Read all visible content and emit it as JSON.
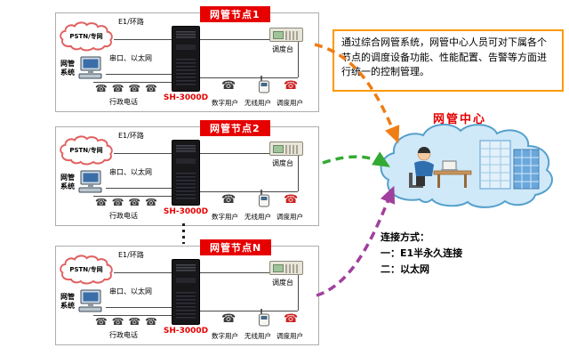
{
  "nodes": [
    {
      "title": "网管节点1",
      "pstn_label": "PSTN/专网",
      "e1_label": "E1/环路",
      "nms_label": "网管系统",
      "serial_label": "串口、以太网",
      "server_label": "SH-3000D",
      "admin_phone_label": "行政电话",
      "dispatch_label": "调度台",
      "user_labels": [
        "数字用户",
        "无线用户",
        "调度用户"
      ]
    },
    {
      "title": "网管节点2",
      "pstn_label": "PSTN/专网",
      "e1_label": "E1/环路",
      "nms_label": "网管系统",
      "serial_label": "串口、以太网",
      "server_label": "SH-3000D",
      "admin_phone_label": "行政电话",
      "dispatch_label": "调度台",
      "user_labels": [
        "数字用户",
        "无线用户",
        "调度用户"
      ]
    },
    {
      "title": "网管节点N",
      "pstn_label": "PSTN/专网",
      "e1_label": "E1/环路",
      "nms_label": "网管系统",
      "serial_label": "串口、以太网",
      "server_label": "SH-3000D",
      "admin_phone_label": "行政电话",
      "dispatch_label": "调度台",
      "user_labels": [
        "数字用户",
        "无线用户",
        "调度用户"
      ]
    }
  ],
  "icons": {
    "phone_glyph": "☎"
  },
  "info_box": {
    "text": "通过综合网管系统，网管中心人员可对下属各个节点的调度设备功能、性能配置、告警等方面进行统一的控制管理。"
  },
  "center": {
    "title": "网管中心"
  },
  "connection_note": {
    "line1": "连接方式：",
    "line2": "一：E1半永久连接",
    "line3": "二：以太网"
  },
  "colors": {
    "node_header_bg": "#e60000",
    "server_label_color": "#e60000",
    "info_border": "#ff9900",
    "center_title_color": "#e60000",
    "arrow_node1": "#ef7d14",
    "arrow_node2": "#33aa33",
    "arrow_nodeN": "#a03f9d"
  }
}
